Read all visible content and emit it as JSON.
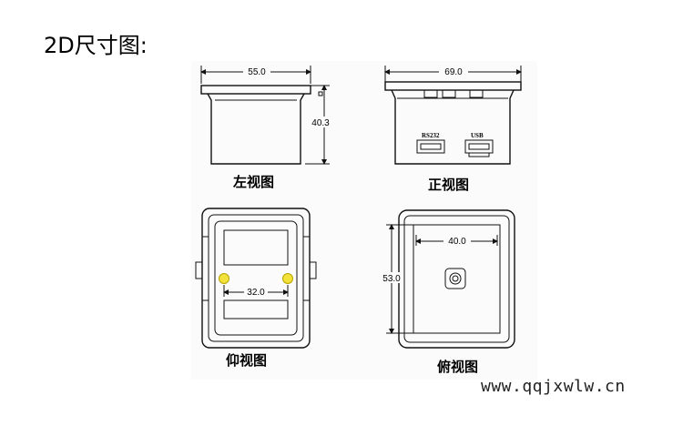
{
  "title": "2D尺寸图:",
  "watermark": "www.qqjxwlw.cn",
  "views": {
    "left": {
      "label": "左视图",
      "width_dim": "55.0",
      "height_dim": "40.3"
    },
    "front": {
      "label": "正视图",
      "width_dim": "69.0",
      "port1": "RS232",
      "port2": "USB"
    },
    "bottom": {
      "label": "仰视图",
      "hole_spacing_dim": "32.0"
    },
    "top": {
      "label": "俯视图",
      "width_dim": "40.0",
      "height_dim": "53.0"
    }
  },
  "colors": {
    "background": "#ffffff",
    "line": "#111111",
    "hole_fill": "#f2e23a",
    "paper": "#fbfbfb"
  }
}
